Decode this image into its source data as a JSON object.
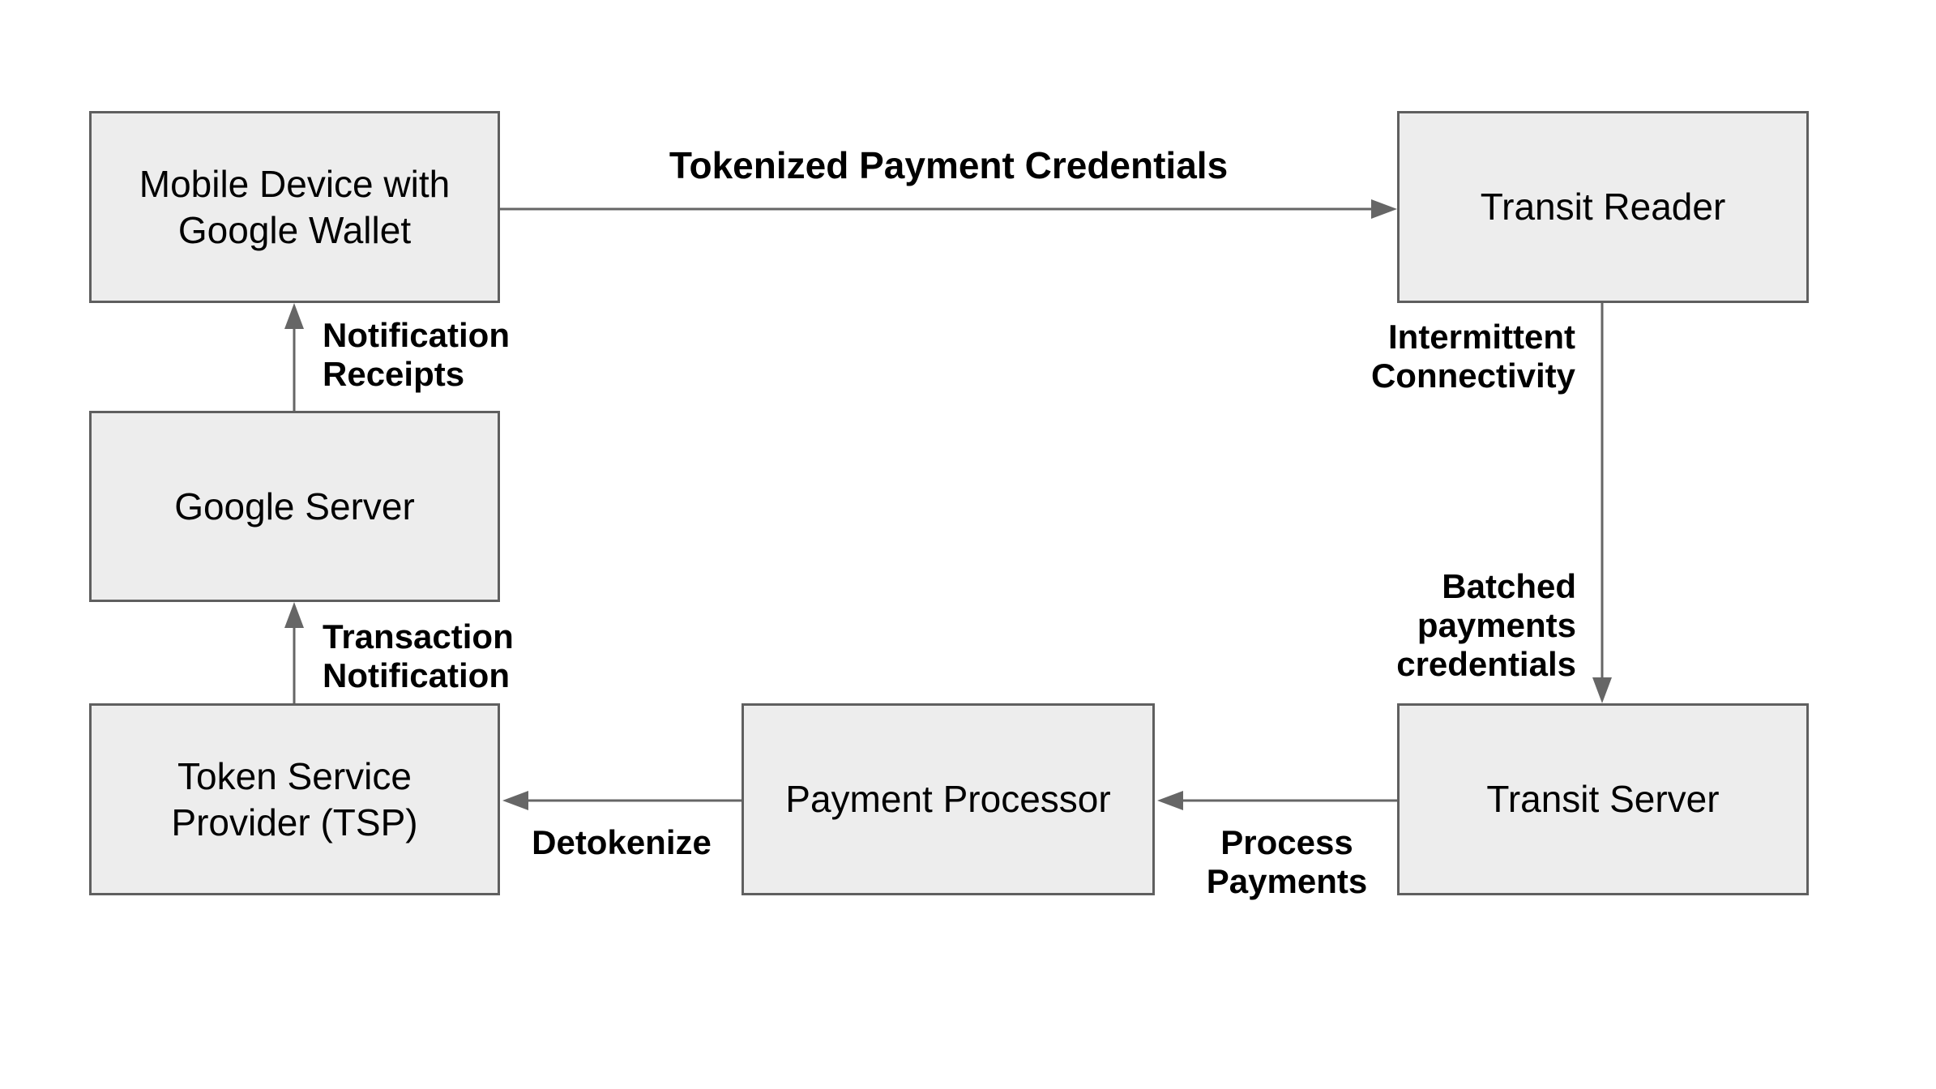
{
  "colors": {
    "background": "#ffffff",
    "node_fill": "#ededed",
    "node_border": "#5f5f5f",
    "arrow": "#666666",
    "text": "#000000"
  },
  "nodes": {
    "mobile_device": {
      "lines": [
        "Mobile Device with",
        "Google Wallet"
      ]
    },
    "transit_reader": {
      "lines": [
        "Transit Reader"
      ]
    },
    "google_server": {
      "lines": [
        "Google Server"
      ]
    },
    "tsp": {
      "lines": [
        "Token Service",
        "Provider (TSP)"
      ]
    },
    "payment_processor": {
      "lines": [
        "Payment Processor"
      ]
    },
    "transit_server": {
      "lines": [
        "Transit Server"
      ]
    }
  },
  "edge_labels": {
    "tokenized_payment_credentials": "Tokenized Payment Credentials",
    "notification_receipts": {
      "lines": [
        "Notification",
        "Receipts"
      ]
    },
    "transaction_notification": {
      "lines": [
        "Transaction",
        "Notification"
      ]
    },
    "intermittent_connectivity": {
      "lines": [
        "Intermittent",
        "Connectivity"
      ]
    },
    "batched_payments_credentials": {
      "lines": [
        "Batched",
        "payments",
        "credentials"
      ]
    },
    "process_payments": {
      "lines": [
        "Process",
        "Payments"
      ]
    },
    "detokenize": "Detokenize"
  }
}
